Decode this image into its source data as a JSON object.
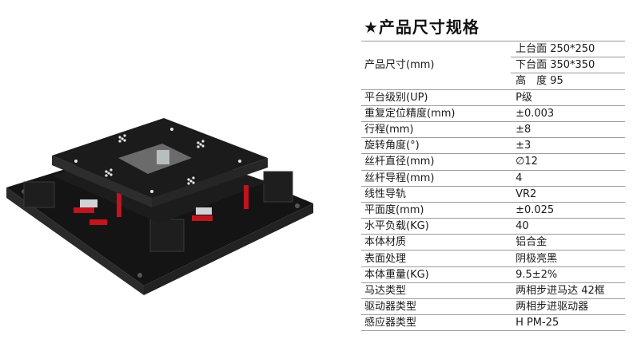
{
  "title": "★产品尺寸规格",
  "size_row": {
    "label": "产品尺寸(mm)",
    "values": [
      "上台面 250*250",
      "下台面 350*350",
      "高　度 95"
    ]
  },
  "specs": [
    {
      "label": "平台级别(UP)",
      "value": "P级"
    },
    {
      "label": "重复定位精度(mm)",
      "value": "±0.003"
    },
    {
      "label": "行程(mm)",
      "value": "±8"
    },
    {
      "label": "旋转角度(°)",
      "value": "±3"
    },
    {
      "label": "丝杆直径(mm)",
      "value": "∅12"
    },
    {
      "label": "丝杆导程(mm)",
      "value": "4"
    },
    {
      "label": "线性导轨",
      "value": "VR2"
    },
    {
      "label": "平面度(mm)",
      "value": "±0.025"
    },
    {
      "label": "水平负载(KG)",
      "value": "40"
    },
    {
      "label": "本体材质",
      "value": "铝合金"
    },
    {
      "label": "表面处理",
      "value": "阴极亮黑"
    },
    {
      "label": "本体重量(KG)",
      "value": "9.5±2%"
    },
    {
      "label": "马达类型",
      "value": "两相步进马达 42框"
    },
    {
      "label": "驱动器类型",
      "value": "两相步进驱动器"
    },
    {
      "label": "感应器类型",
      "value": "H PM-25"
    }
  ],
  "colors": {
    "accent_red": "#c0141e",
    "body_black": "#161616",
    "border_gray": "#9a9a9a"
  }
}
